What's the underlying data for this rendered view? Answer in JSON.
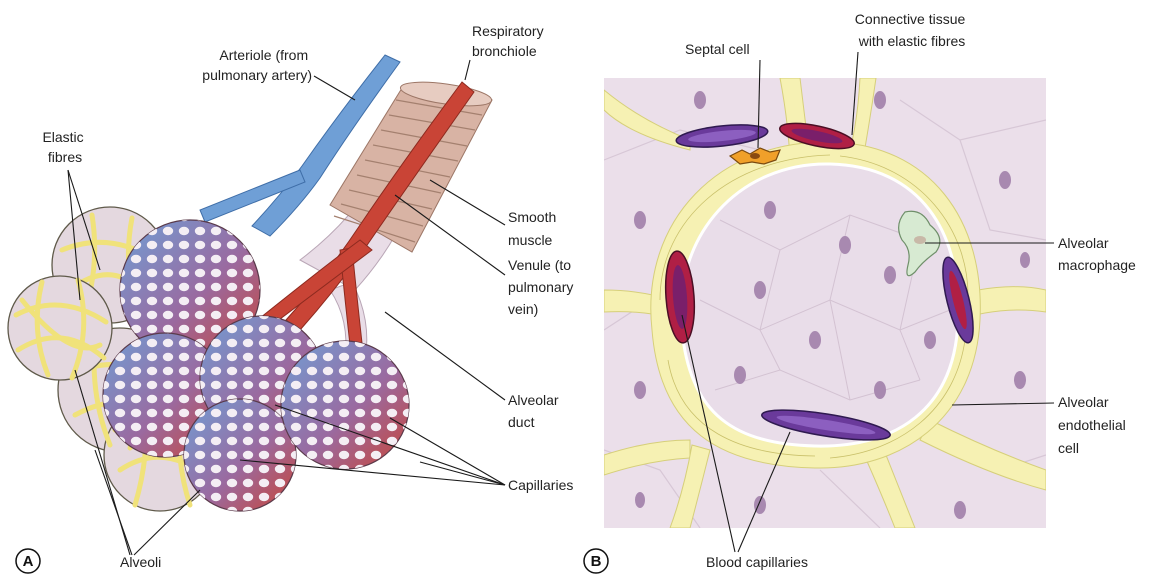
{
  "colors": {
    "artery": "#6f9fd6",
    "vein": "#c94436",
    "alveolus_wall": "#eae0ea",
    "elastic": "#f2e98a",
    "muscle": "#d8b3a4",
    "tissue_bg": "#ebdfea",
    "septum": "#f6f1b3",
    "cell_purple": "#6a3a9b",
    "cell_red": "#b01f45"
  },
  "panel_a": {
    "letter": "A",
    "labels": {
      "elastic_fibres": [
        "Elastic",
        "fibres"
      ],
      "arteriole": [
        "Arteriole (from",
        "pulmonary artery)"
      ],
      "respiratory_bronchiole": [
        "Respiratory",
        "bronchiole"
      ],
      "smooth_muscle": [
        "Smooth",
        "muscle"
      ],
      "venule": [
        "Venule (to",
        "pulmonary",
        "vein)"
      ],
      "alveolar_duct": [
        "Alveolar",
        "duct"
      ],
      "capillaries": "Capillaries",
      "alveoli": "Alveoli"
    }
  },
  "panel_b": {
    "letter": "B",
    "labels": {
      "septal_cell": "Septal cell",
      "connective_tissue": [
        "Connective tissue",
        "with elastic fibres"
      ],
      "alveolar_macrophage": [
        "Alveolar",
        "macrophage"
      ],
      "alveolar_endothelial_cell": [
        "Alveolar",
        "endothelial",
        "cell"
      ],
      "blood_capillaries": "Blood capillaries"
    }
  }
}
